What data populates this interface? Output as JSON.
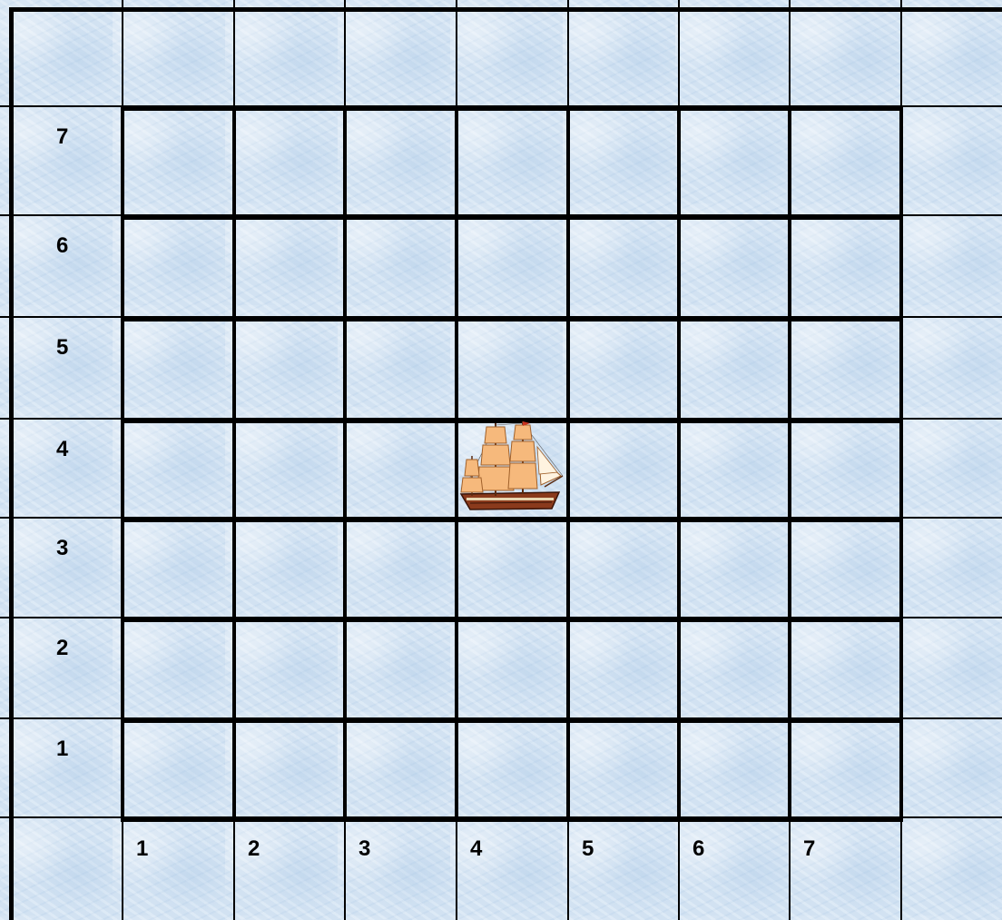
{
  "board": {
    "columns": 7,
    "rows": 7,
    "x_labels": [
      "1",
      "2",
      "3",
      "4",
      "5",
      "6",
      "7"
    ],
    "y_labels": [
      "7",
      "6",
      "5",
      "4",
      "3",
      "2",
      "1"
    ],
    "colors": {
      "water": "#d3e3f3",
      "grid": "#000000"
    }
  },
  "ship": {
    "name": "sailing-ship-icon",
    "column": 4,
    "row": 4
  }
}
